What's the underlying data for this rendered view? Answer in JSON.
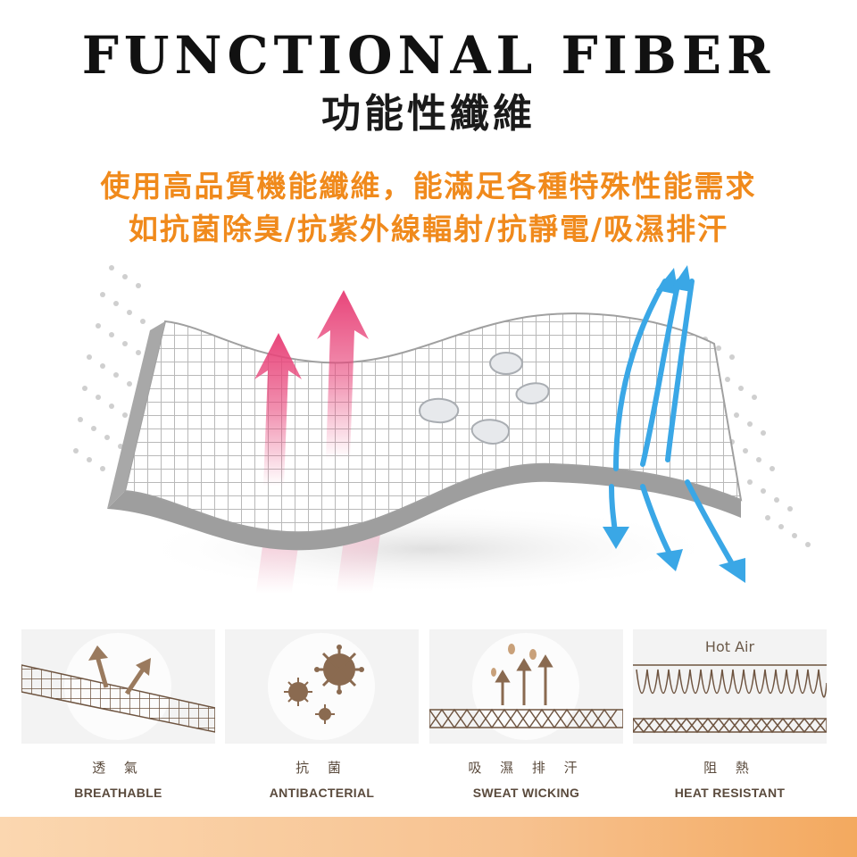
{
  "title_en": "FUNCTIONAL FIBER",
  "title_zh": "功能性纖維",
  "description": [
    "使用高品質機能纖維，能滿足各種特殊性能需求",
    "如抗菌除臭/抗紫外線輻射/抗靜電/吸濕排汗"
  ],
  "colors": {
    "accent_orange": "#f08a1c",
    "feature_text": "#5a4a3c",
    "pink_arrow": "#e8457a",
    "blue_arrow": "#3aa7e6"
  },
  "features": [
    {
      "icon": "breathable-mesh-icon",
      "label_zh": "透 氣",
      "label_en": "BREATHABLE"
    },
    {
      "icon": "antibacterial-germ-icon",
      "label_zh": "抗 菌",
      "label_en": "ANTIBACTERIAL"
    },
    {
      "icon": "sweat-wicking-icon",
      "label_zh": "吸 濕 排 汗",
      "label_en": "SWEAT WICKING"
    },
    {
      "icon": "heat-resistant-icon",
      "label_zh": "阻 熱",
      "label_en": "HEAT RESISTANT",
      "tile_text": "Hot Air"
    }
  ]
}
